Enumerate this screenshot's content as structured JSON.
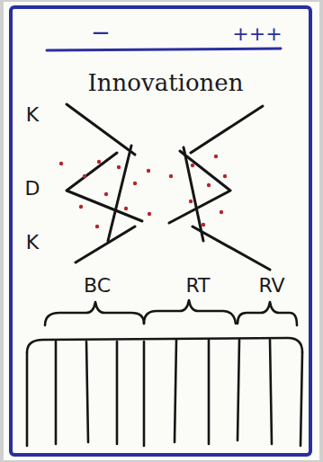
{
  "diagram": {
    "title": "Innovationen",
    "labels": [
      "−",
      "+++",
      "K",
      "D",
      "K",
      "BC",
      "RT",
      "RV"
    ]
  }
}
